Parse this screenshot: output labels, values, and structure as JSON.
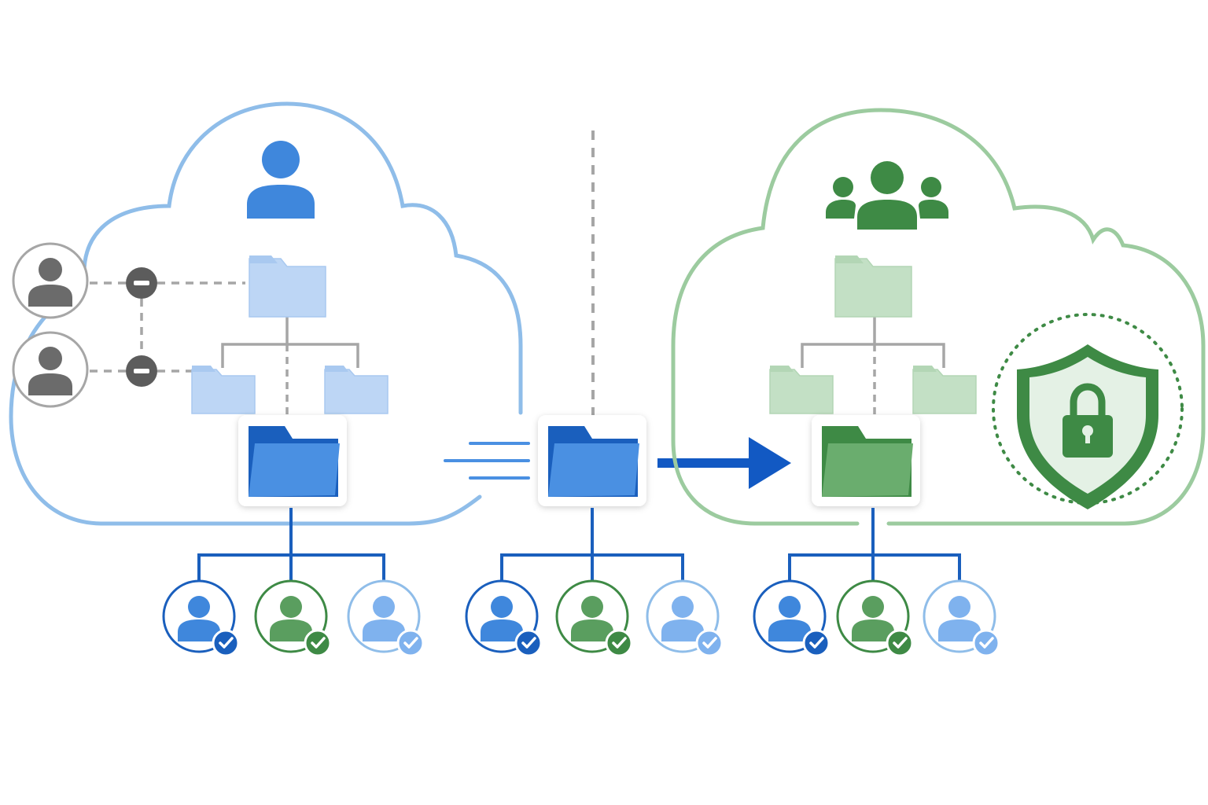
{
  "diagram": {
    "kind": "cloud-folder-migration-with-permissions",
    "colors": {
      "source_accent": "#3f87dc",
      "source_cloud_outline": "#8fbde9",
      "source_folder_light": "#bdd6f5",
      "dest_accent": "#3e8a45",
      "dest_cloud_outline": "#9ccb9f",
      "dest_folder_light": "#c3e0c5",
      "migration_arrow": "#1259c3",
      "tree_line_blue": "#1a5fbd",
      "tree_line_gray": "#a6a6a6",
      "revoked_user_gray": "#6b6b6b",
      "user_light_blue": "#7fb2ee"
    },
    "source_cloud": {
      "owner_icon": "user-icon",
      "revoked_users": [
        {
          "icon": "user-icon",
          "status_icon": "minus-icon",
          "status": "revoked"
        },
        {
          "icon": "user-icon",
          "status_icon": "minus-icon",
          "status": "revoked"
        }
      ],
      "folder_tree": {
        "root_icon": "folder-icon",
        "child_icons": [
          "folder-icon",
          "folder-icon"
        ]
      },
      "selected_folder_icon": "folder-icon"
    },
    "transit": {
      "folder_icon": "folder-icon",
      "motion_lines": 3,
      "arrow_icon": "arrow-right-icon"
    },
    "destination_cloud": {
      "owner_icon": "group-icon",
      "folder_tree": {
        "root_icon": "folder-icon",
        "child_icons": [
          "folder-icon",
          "folder-icon"
        ]
      },
      "selected_folder_icon": "folder-icon",
      "security_icon": "shield-lock-icon"
    },
    "permission_groups": [
      {
        "stage": "source",
        "users": [
          {
            "color": "blue",
            "badge": "check-icon"
          },
          {
            "color": "green",
            "badge": "check-icon"
          },
          {
            "color": "light-blue",
            "badge": "check-icon"
          }
        ]
      },
      {
        "stage": "transit",
        "users": [
          {
            "color": "blue",
            "badge": "check-icon"
          },
          {
            "color": "green",
            "badge": "check-icon"
          },
          {
            "color": "light-blue",
            "badge": "check-icon"
          }
        ]
      },
      {
        "stage": "destination",
        "users": [
          {
            "color": "blue",
            "badge": "check-icon"
          },
          {
            "color": "green",
            "badge": "check-icon"
          },
          {
            "color": "light-blue",
            "badge": "check-icon"
          }
        ]
      }
    ]
  }
}
